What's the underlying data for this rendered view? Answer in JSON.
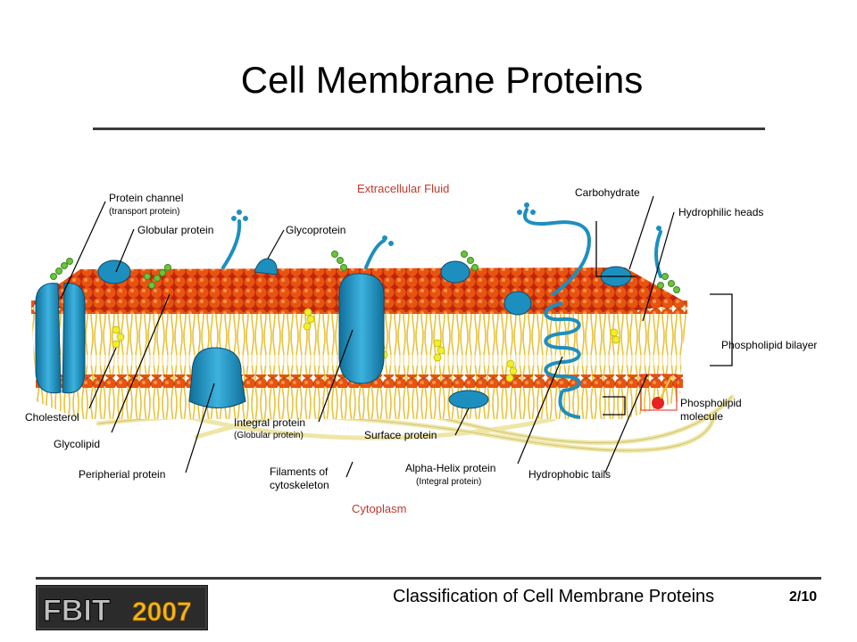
{
  "slide": {
    "title": "Cell Membrane Proteins",
    "footer_title": "Classification of Cell Membrane Proteins",
    "page_number": "2/10",
    "logo_text": "FBIT",
    "logo_year": "2007"
  },
  "diagram": {
    "region_top": "Extracellular Fluid",
    "region_bottom": "Cytoplasm",
    "labels": {
      "protein_channel": "Protein channel",
      "protein_channel_sub": "(transport protein)",
      "globular_protein": "Globular protein",
      "glycoprotein": "Glycoprotein",
      "carbohydrate": "Carbohydrate",
      "hydrophilic_heads": "Hydrophilic heads",
      "phospholipid_bilayer": "Phospholipid bilayer",
      "phospholipid_molecule_1": "Phospholipid",
      "phospholipid_molecule_2": "molecule",
      "cholesterol": "Cholesterol",
      "glycolipid": "Glycolipid",
      "peripheral_protein": "Peripherial protein",
      "integral_protein": "Integral protein",
      "integral_protein_sub": "(Globular protein)",
      "surface_protein": "Surface protein",
      "filaments_1": "Filaments of",
      "filaments_2": "cytoskeleton",
      "alpha_helix": "Alpha-Helix protein",
      "alpha_helix_sub": "(Integral protein)",
      "hydrophobic_tails": "Hydrophobic tails"
    },
    "colors": {
      "membrane_head": "#e8540f",
      "membrane_top": "#c0250c",
      "tails": "#e9c23a",
      "protein": "#1d8fbf",
      "cholesterol": "#f2ee2a",
      "glycolipid": "#6cc33d",
      "filament": "#efe6a6",
      "region_label": "#c0392b"
    }
  }
}
